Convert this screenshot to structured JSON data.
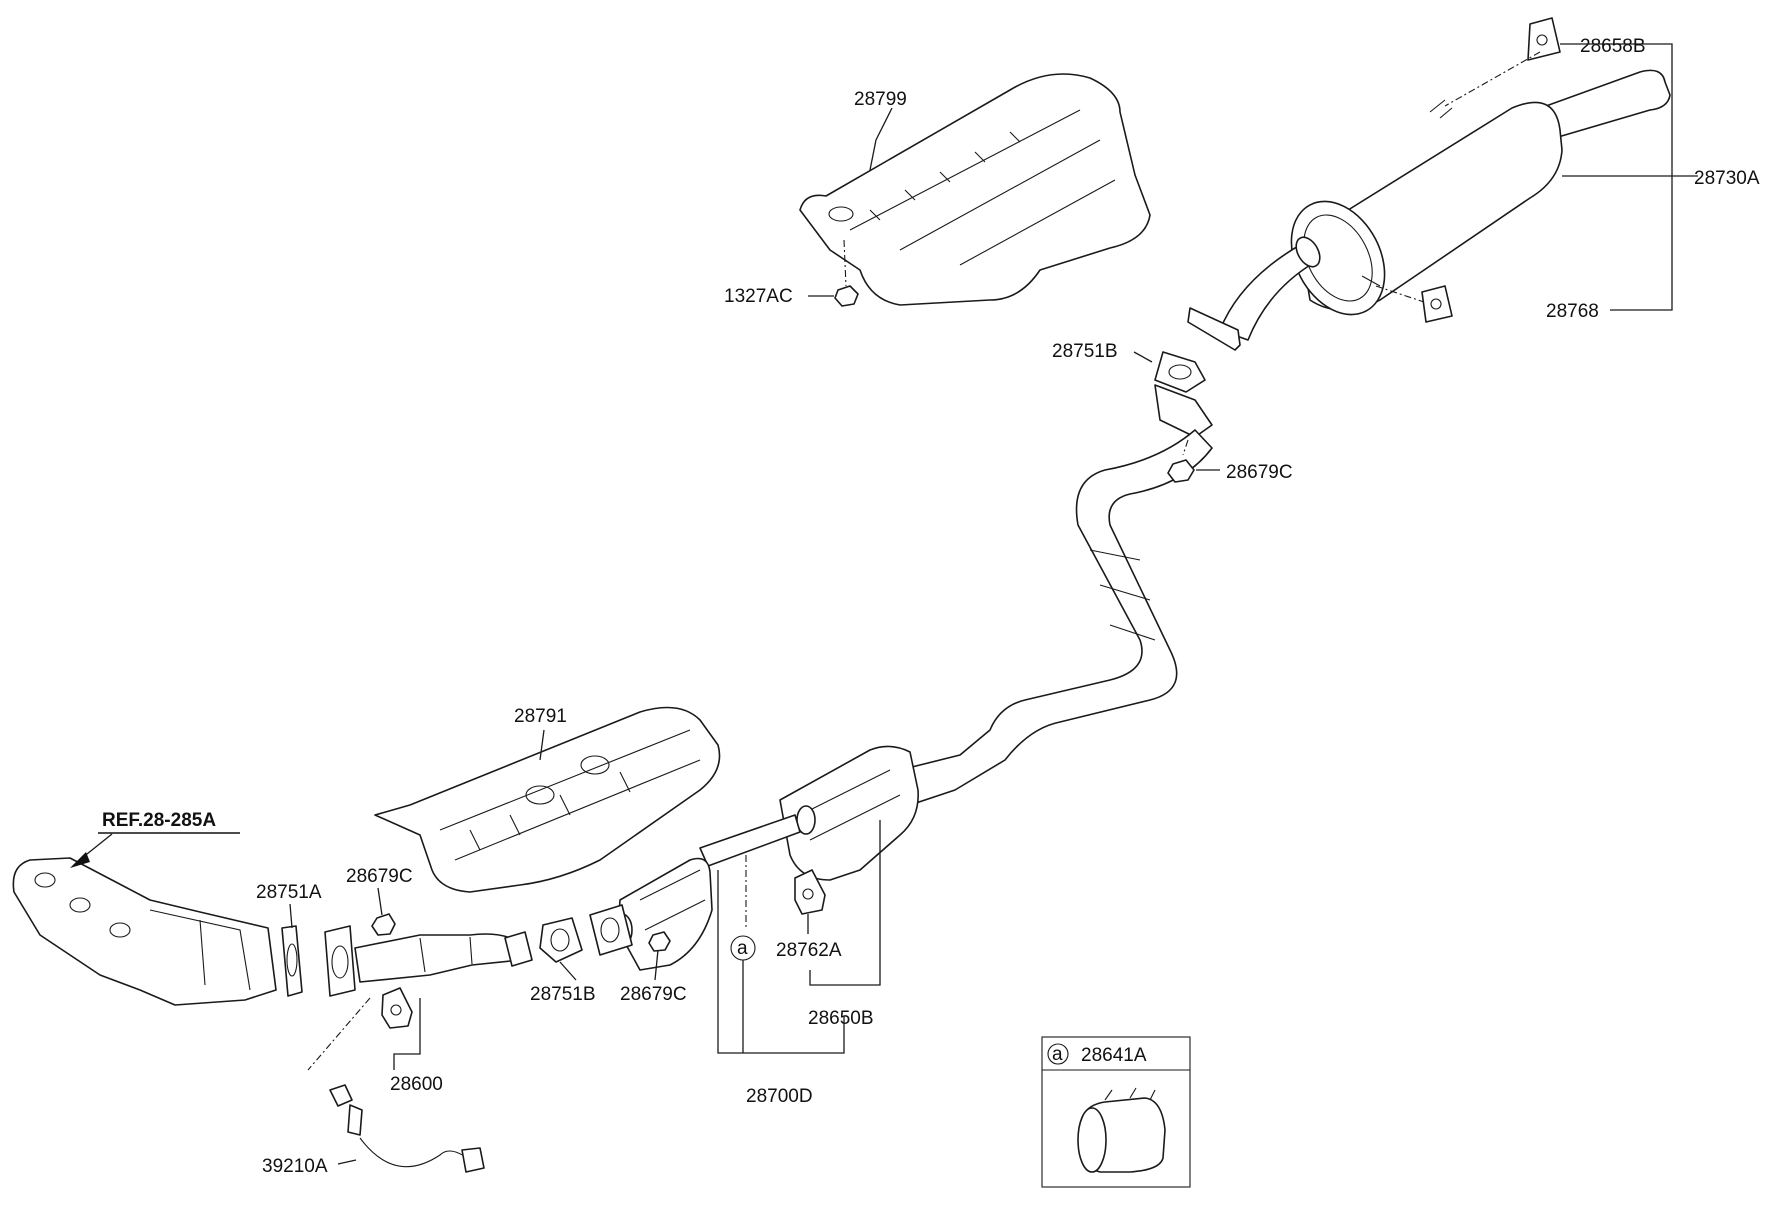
{
  "labels": {
    "p28658B": "28658B",
    "p28799": "28799",
    "p28730A": "28730A",
    "p1327AC": "1327AC",
    "p28768": "28768",
    "p28751B_top": "28751B",
    "p28679C_right": "28679C",
    "p28791": "28791",
    "ref": "REF.28-285A",
    "p28751A": "28751A",
    "p28679C_left": "28679C",
    "p28751B_mid": "28751B",
    "p28679C_mid": "28679C",
    "p28762A": "28762A",
    "p28650B": "28650B",
    "p28600": "28600",
    "p28700D": "28700D",
    "p39210A": "39210A",
    "clamp_code": "28641A",
    "callout_letter_main": "a",
    "callout_letter_box": "a"
  }
}
